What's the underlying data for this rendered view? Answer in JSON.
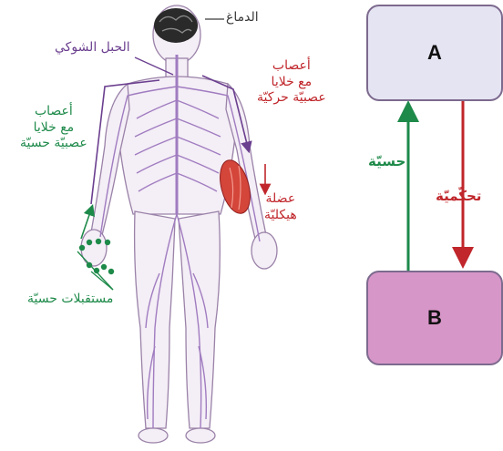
{
  "body_diagram": {
    "brain_label": "الدماغ",
    "spinal_cord_label": "الحبل الشوكي",
    "motor_nerves_label": [
      "أعصاب",
      "مع خلايا",
      "عصبيّة حركيّة"
    ],
    "sensory_nerves_label": [
      "أعصاب",
      "مع خلايا",
      "عصبيّة حسيّة"
    ],
    "muscle_label": [
      "عضلة",
      "هيكليّة"
    ],
    "receptors_label": "مستقبلات حسيّة"
  },
  "flow_diagram": {
    "box_a": "A",
    "box_b": "B",
    "up_arrow_label": "حسيّة",
    "down_arrow_label": "تحكّميّة"
  },
  "colors": {
    "purple": "#6b3f8f",
    "green": "#1e8a4a",
    "red": "#c0262b",
    "box_a_fill": "#e5e4f3",
    "box_b_fill": "#d796c8"
  }
}
